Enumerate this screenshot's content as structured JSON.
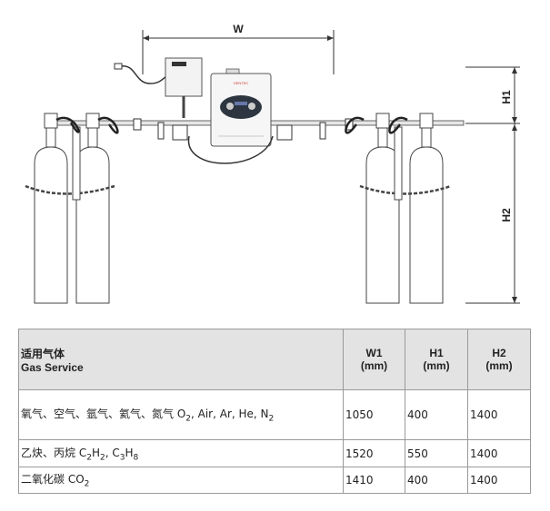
{
  "diagram": {
    "dim_w": "W",
    "dim_h1": "H1",
    "dim_h2": "H2"
  },
  "table": {
    "header_cn": "适用气体",
    "header_en": "Gas Service",
    "col_w1": "W1",
    "col_h1": "H1",
    "col_h2": "H2",
    "unit": "(mm)",
    "rows": [
      {
        "gas_prefix": "氧气、空气、氩气、氦气、氮气 O",
        "sub1": "2",
        "gas_mid": ", Air, Ar, He, N",
        "sub2": "2",
        "gas_mid2": "",
        "sub3": "",
        "w1": "1050",
        "h1": "400",
        "h2": "1400"
      },
      {
        "gas_prefix": "乙炔、丙烷 C",
        "sub1": "2",
        "gas_mid": "H",
        "sub2": "2",
        "gas_mid2": ", C",
        "sub3": "3",
        "gas_mid3": "H",
        "sub4": "8",
        "w1": "1520",
        "h1": "550",
        "h2": "1400"
      },
      {
        "gas_prefix": "二氧化碳 CO",
        "sub1": "2",
        "gas_mid": "",
        "sub2": "",
        "w1": "1410",
        "h1": "400",
        "h2": "1400"
      }
    ]
  }
}
